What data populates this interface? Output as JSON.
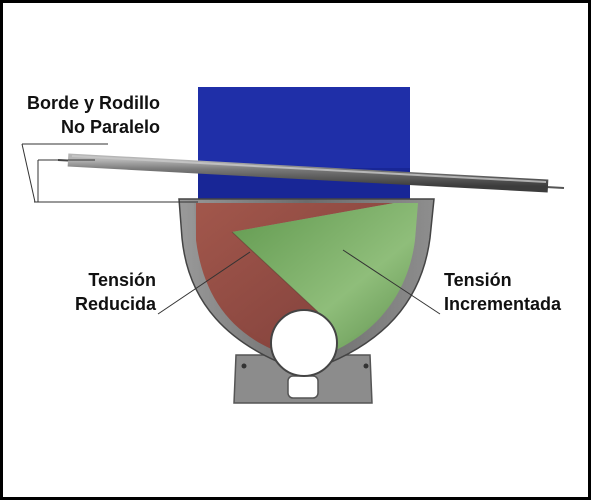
{
  "labels": {
    "edge_roller_line1": "Borde y Rodillo",
    "edge_roller_line2": "No Paralelo",
    "reduced_line1": "Tensión",
    "reduced_line2": "Reducida",
    "increased_line1": "Tensión",
    "increased_line2": "Incrementada"
  },
  "colors": {
    "blue_panel": "#1f2fa8",
    "reduced_tension_zone": "#9a4a42",
    "increased_tension_zone": "#6fa55a",
    "roller": "#6a6a6a",
    "frame": "#7a7a7a"
  }
}
